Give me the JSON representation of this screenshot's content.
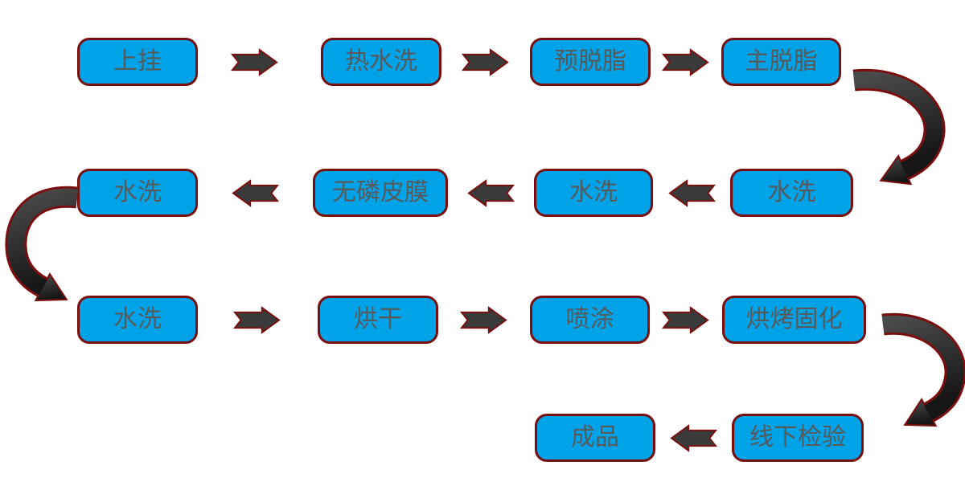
{
  "diagram_title": "",
  "colors": {
    "box_fill": "#00A2E8",
    "box_border": "#7A0E0E",
    "arrow_fill": "#3A3A3A",
    "arrow_outline": "#7A0E0E",
    "text": "#595959",
    "background": "#FFFFFF"
  },
  "icons": {
    "straight_arrow": "notched-block-arrow",
    "curved_arrow": "crescent-curved-arrow"
  },
  "nodes": [
    {
      "id": "hang-up",
      "label": "上挂"
    },
    {
      "id": "hot-water-wash",
      "label": "热水洗"
    },
    {
      "id": "pre-degrease",
      "label": "预脱脂"
    },
    {
      "id": "main-degrease",
      "label": "主脱脂"
    },
    {
      "id": "water-wash-1",
      "label": "水洗"
    },
    {
      "id": "water-wash-2",
      "label": "水洗"
    },
    {
      "id": "phosphate-free-film",
      "label": "无磷皮膜"
    },
    {
      "id": "water-wash-3",
      "label": "水洗"
    },
    {
      "id": "water-wash-4",
      "label": "水洗"
    },
    {
      "id": "drying",
      "label": "烘干"
    },
    {
      "id": "spray-coating",
      "label": "喷涂"
    },
    {
      "id": "bake-curing",
      "label": "烘烤固化"
    },
    {
      "id": "offline-inspection",
      "label": "线下检验"
    },
    {
      "id": "finished-product",
      "label": "成品"
    }
  ],
  "edges": [
    [
      0,
      1
    ],
    [
      1,
      2
    ],
    [
      2,
      3
    ],
    [
      3,
      4
    ],
    [
      4,
      5
    ],
    [
      5,
      6
    ],
    [
      6,
      7
    ],
    [
      7,
      8
    ],
    [
      8,
      9
    ],
    [
      9,
      10
    ],
    [
      10,
      11
    ],
    [
      11,
      12
    ],
    [
      12,
      13
    ]
  ]
}
